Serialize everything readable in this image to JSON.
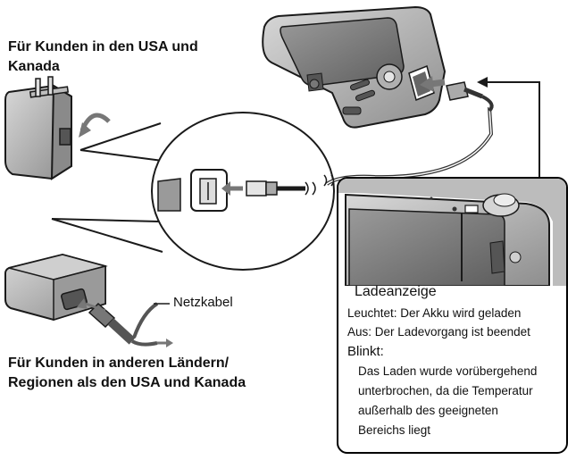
{
  "header_us": {
    "line1": "Für Kunden in den USA und",
    "line2": "Kanada"
  },
  "header_other": {
    "line1": "Für Kunden in anderen Ländern/",
    "line2": "Regionen als den USA und Kanada"
  },
  "power_cord_label": "Netzkabel",
  "indicator": {
    "title": "Ladeanzeige",
    "on": "Leuchtet: Der Akku wird geladen",
    "off": "Aus: Der Ladevorgang ist beendet",
    "blink_label": "Blinkt:",
    "blink_line1": "Das Laden wurde vorübergehend",
    "blink_line2": "unterbrochen, da die Temperatur",
    "blink_line3": "außerhalb des geeigneten",
    "blink_line4": "Bereichs liegt"
  },
  "colors": {
    "device_gray": "#b3b3b3",
    "device_dark": "#6e6e6e",
    "outline": "#1a1a1a"
  }
}
